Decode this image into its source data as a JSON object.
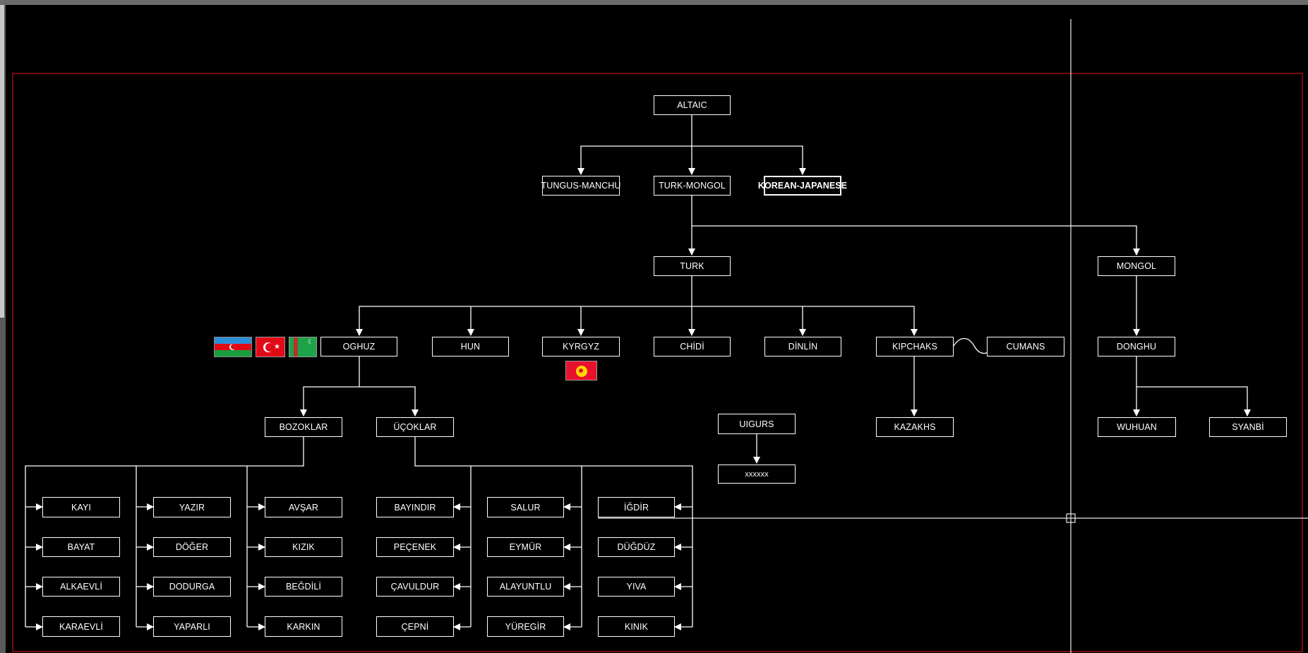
{
  "colors": {
    "background": "#000000",
    "line": "#ffffff",
    "frame": "#c0141c"
  },
  "nodes": {
    "altaic": "ALTAIC",
    "tungus_manchu": "TUNGUS-MANCHU",
    "turk_mongol": "TURK-MONGOL",
    "korean_japanese": "KOREAN-JAPANESE",
    "turk": "TURK",
    "mongol": "MONGOL",
    "oghuz": "OGHUZ",
    "hun": "HUN",
    "kyrgyz": "KYRGYZ",
    "chidi": "CHİDİ",
    "dinlin": "DİNLİN",
    "kipchaks": "KIPCHAKS",
    "cumans": "CUMANS",
    "donghu": "DONGHU",
    "bozoklar": "BOZOKLAR",
    "ucoklar": "ÜÇOKLAR",
    "uigurs": "UIGURS",
    "xxxxxx": "xxxxxx",
    "kazakhs": "KAZAKHS",
    "wuhuan": "WUHUAN",
    "syanbi": "SYANBİ"
  },
  "tribes": {
    "col1": [
      "KAYI",
      "BAYAT",
      "ALKAEVLİ",
      "KARAEVLİ"
    ],
    "col2": [
      "YAZIR",
      "DÖĞER",
      "DODURGA",
      "YAPARLI"
    ],
    "col3": [
      "AVŞAR",
      "KIZIK",
      "BEĞDİLİ",
      "KARKIN"
    ],
    "col4": [
      "BAYINDIR",
      "PEÇENEK",
      "ÇAVULDUR",
      "ÇEPNİ"
    ],
    "col5": [
      "SALUR",
      "EYMÜR",
      "ALAYUNTLU",
      "YÜREGİR"
    ],
    "col6": [
      "İĞDİR",
      "DÜĞDÜZ",
      "YIVA",
      "KINIK"
    ]
  },
  "flags": [
    "azerbaijan-flag",
    "turkey-flag",
    "turkmenistan-flag",
    "kyrgyzstan-flag"
  ]
}
